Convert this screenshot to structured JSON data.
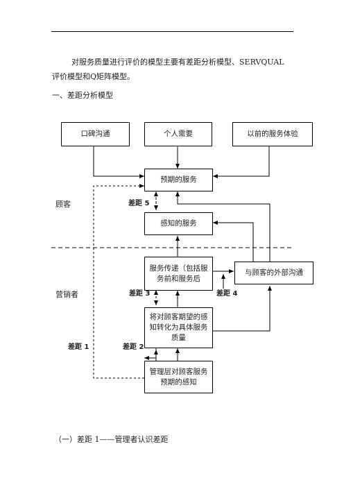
{
  "intro": {
    "line1": "对服务质量进行评价的模型主要有差距分析模型、SERVQUAL",
    "line2": "评价模型和Q矩阵模型。"
  },
  "section_heading": "一、差距分析模型",
  "diagram": {
    "boxes": {
      "word_of_mouth": "口碑沟通",
      "personal_needs": "个人需要",
      "past_experience": "以前的服务体验",
      "expected_service": "预期的服务",
      "perceived_service": "感知的服务",
      "service_delivery": "服务传递（包括服务前和服务后",
      "external_comm": "与顾客的外部沟通",
      "translation": "将对顾客期望的感知转化为具体服务质量",
      "management_perception": "管理层对顾客服务预期的感知"
    },
    "side_labels": {
      "customer": "顾客",
      "marketer": "营销者"
    },
    "gaps": {
      "gap1": "差距 1",
      "gap2": "差距 2",
      "gap3": "差距 3",
      "gap4": "差距 4",
      "gap5": "差距 5"
    }
  },
  "subsection_heading": "（一）差距 1——管理者认识差距"
}
